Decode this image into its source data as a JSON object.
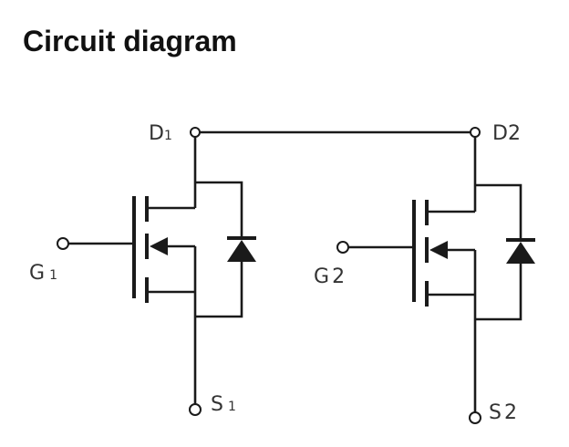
{
  "title": "Circuit diagram",
  "terminals": {
    "d1": {
      "letter": "D",
      "index": "1"
    },
    "d2": {
      "letter": "D",
      "index": "2"
    },
    "g1": {
      "letter": "G",
      "index": "1"
    },
    "g2": {
      "letter": "G",
      "index": "2"
    },
    "s1": {
      "letter": "S",
      "index": "1"
    },
    "s2": {
      "letter": "S",
      "index": "2"
    }
  }
}
